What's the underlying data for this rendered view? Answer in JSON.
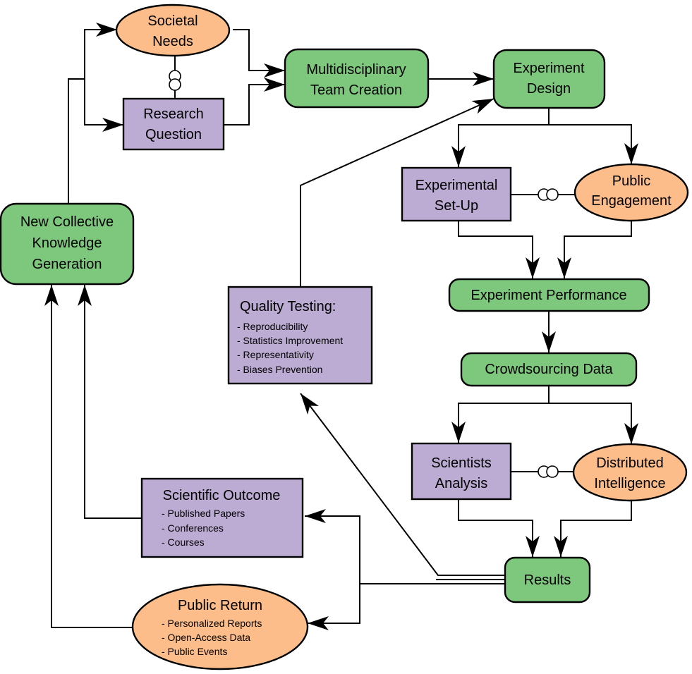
{
  "colors": {
    "process": "#7dc87c",
    "question": "#bcabd3",
    "stakeholder": "#fcbd8a"
  },
  "nodes": {
    "societal": {
      "lines": [
        "Societal",
        "Needs"
      ]
    },
    "research": {
      "lines": [
        "Research",
        "Question"
      ]
    },
    "team": {
      "lines": [
        "Multidisciplinary",
        "Team Creation"
      ]
    },
    "design": {
      "lines": [
        "Experiment",
        "Design"
      ]
    },
    "setup": {
      "lines": [
        "Experimental",
        "Set-Up"
      ]
    },
    "engagement": {
      "lines": [
        "Public",
        "Engagement"
      ]
    },
    "performance": {
      "lines": [
        "Experiment Performance"
      ]
    },
    "crowd": {
      "lines": [
        "Crowdsourcing Data"
      ]
    },
    "analysis": {
      "lines": [
        "Scientists",
        "Analysis"
      ]
    },
    "intelligence": {
      "lines": [
        "Distributed",
        "Intelligence"
      ]
    },
    "results": {
      "lines": [
        "Results"
      ]
    },
    "knowledge": {
      "lines": [
        "New Collective",
        "Knowledge",
        "Generation"
      ]
    },
    "quality": {
      "title": "Quality Testing:",
      "items": [
        "- Reproducibility",
        "- Statistics Improvement",
        "- Representativity",
        "- Biases Prevention"
      ]
    },
    "outcome": {
      "title": "Scientific Outcome",
      "items": [
        "- Published Papers",
        "- Conferences",
        "- Courses"
      ]
    },
    "publicreturn": {
      "title": "Public Return",
      "items": [
        "- Personalized Reports",
        "- Open-Access  Data",
        "- Public Events"
      ]
    }
  }
}
